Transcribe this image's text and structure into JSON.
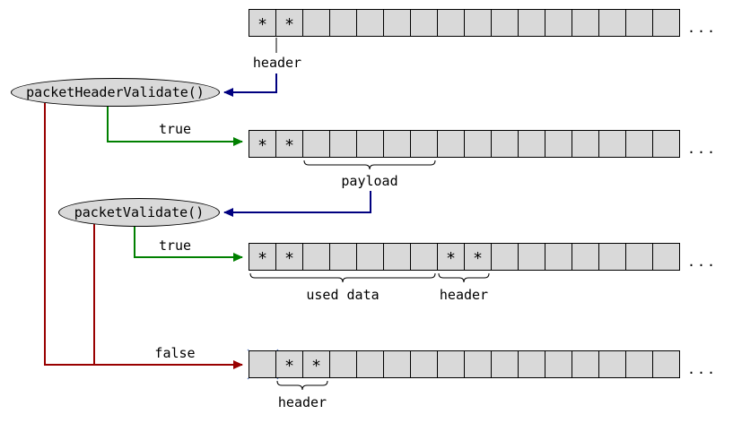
{
  "colors": {
    "cell_fill": "#d9d9d9",
    "node_fill": "#d9d9d9",
    "outline": "#000000",
    "true_edge": "#008000",
    "false_edge": "#990000",
    "pointer_edge": "#000080",
    "cross_mark": "#5577bb"
  },
  "nodes": [
    {
      "id": "packet-header-validate",
      "label": "packetHeaderValidate()"
    },
    {
      "id": "packet-validate",
      "label": "packetValidate()"
    }
  ],
  "edge_labels": {
    "true1": "true",
    "true2": "true",
    "false1": "false"
  },
  "rows": [
    {
      "cells": [
        "*",
        "*",
        "",
        "",
        "",
        "",
        "",
        "",
        "",
        "",
        "",
        "",
        "",
        "",
        "",
        ""
      ],
      "ellipsis": "...",
      "labels": {
        "header": "header"
      },
      "crossed_cells": []
    },
    {
      "cells": [
        "*",
        "*",
        "",
        "",
        "",
        "",
        "",
        "",
        "",
        "",
        "",
        "",
        "",
        "",
        "",
        ""
      ],
      "ellipsis": "...",
      "labels": {
        "payload": "payload"
      },
      "crossed_cells": []
    },
    {
      "cells": [
        "*",
        "*",
        "",
        "",
        "",
        "",
        "",
        "*",
        "*",
        "",
        "",
        "",
        "",
        "",
        "",
        ""
      ],
      "ellipsis": "...",
      "labels": {
        "used_data": "used data",
        "header": "header"
      },
      "crossed_cells": [
        0,
        1,
        2,
        3,
        4,
        5,
        6
      ]
    },
    {
      "cells": [
        "",
        "*",
        "*",
        "",
        "",
        "",
        "",
        "",
        "",
        "",
        "",
        "",
        "",
        "",
        "",
        ""
      ],
      "ellipsis": "...",
      "labels": {
        "header": "header"
      },
      "crossed_cells": [
        0
      ]
    }
  ]
}
